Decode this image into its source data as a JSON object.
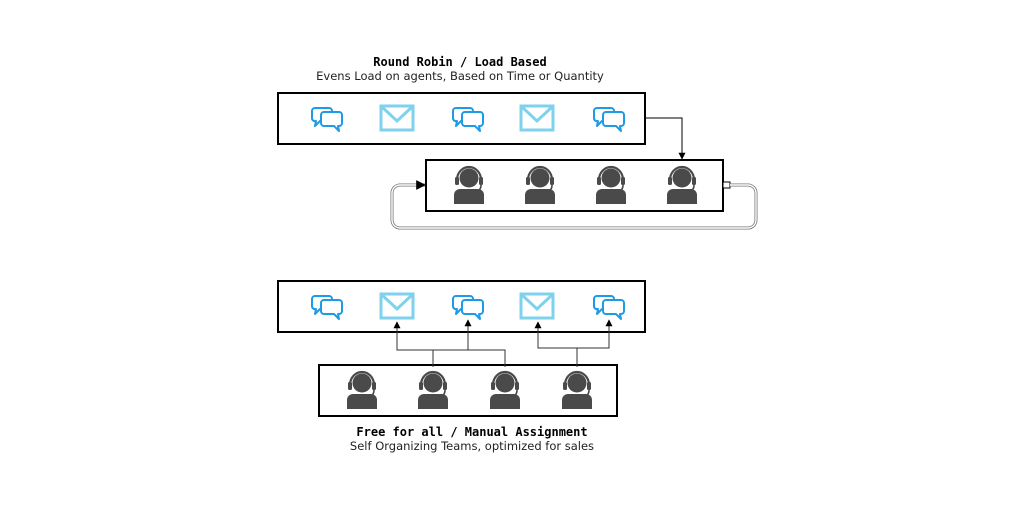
{
  "round_robin": {
    "title": "Round Robin / Load Based",
    "subtitle": "Evens Load on agents, Based on Time or Quantity",
    "messages": [
      "chat-icon",
      "mail-icon",
      "chat-icon",
      "mail-icon",
      "chat-icon"
    ],
    "agents": [
      "agent-icon",
      "agent-icon",
      "agent-icon",
      "agent-icon"
    ]
  },
  "free_for_all": {
    "title": "Free for all / Manual Assignment",
    "subtitle": "Self Organizing Teams, optimized for sales",
    "messages": [
      "chat-icon",
      "mail-icon",
      "chat-icon",
      "mail-icon",
      "chat-icon"
    ],
    "agents": [
      "agent-icon",
      "agent-icon",
      "agent-icon",
      "agent-icon"
    ]
  },
  "colors": {
    "chat": "#1e9be6",
    "mail": "#7ed2ee",
    "agent": "#4a4a4a",
    "border": "#000000"
  }
}
